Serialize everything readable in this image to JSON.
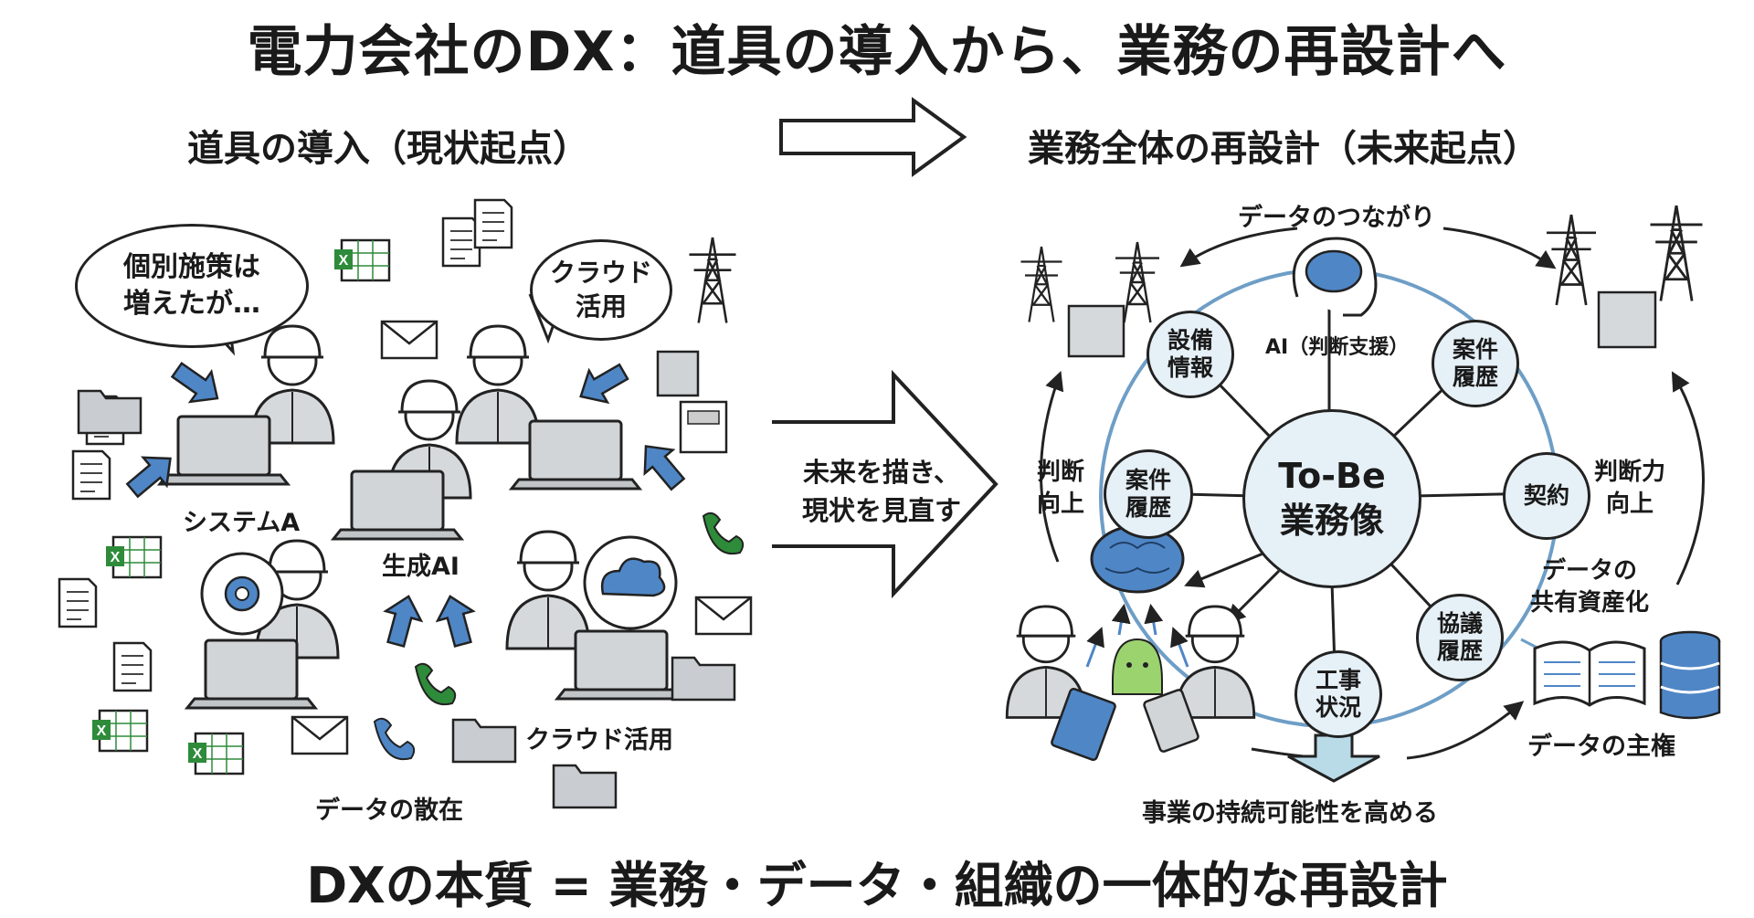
{
  "title": "電力会社のDX：道具の導入から、業務の再設計へ",
  "left": {
    "heading": "道具の導入（現状起点）",
    "bubble_main": "個別施策は\n増えたが…",
    "bubble_cloud": "クラウド\n活用",
    "label_system_a": "システムA",
    "label_gen_ai": "生成AI",
    "label_cloud": "クラウド活用",
    "label_data_scatter": "データの散在"
  },
  "center": {
    "arrow_text": "未来を描き、\n現状を見直す"
  },
  "right": {
    "heading": "業務全体の再設計（未来起点）",
    "data_connection": "データのつながり",
    "hub": "To-Be\n業務像",
    "ai_support": "AI（判断支援）",
    "nodes": {
      "equipment": "設備\n情報",
      "case_history_top": "案件\n履歴",
      "case_history_left": "案件\n履歴",
      "contract": "契約",
      "consultation": "協議\n履歴",
      "construction": "工事\n状況"
    },
    "judgment_up_left": "判断\n向上",
    "judgment_up_right": "判断力\n向上",
    "data_shared": "データの\n共有資産化",
    "data_sovereignty": "データの主権",
    "sustainability": "事業の持続可能性を高める"
  },
  "bottom": "DXの本質 = 業務・データ・組織の一体的な再設計",
  "colors": {
    "accent_blue": "#4f86c6",
    "light_blue_fill": "#e6f0f7",
    "ring_blue": "#6e9ec6",
    "excel_green": "#2e8b3a",
    "arrow_down_fill": "#b9dbe8"
  }
}
